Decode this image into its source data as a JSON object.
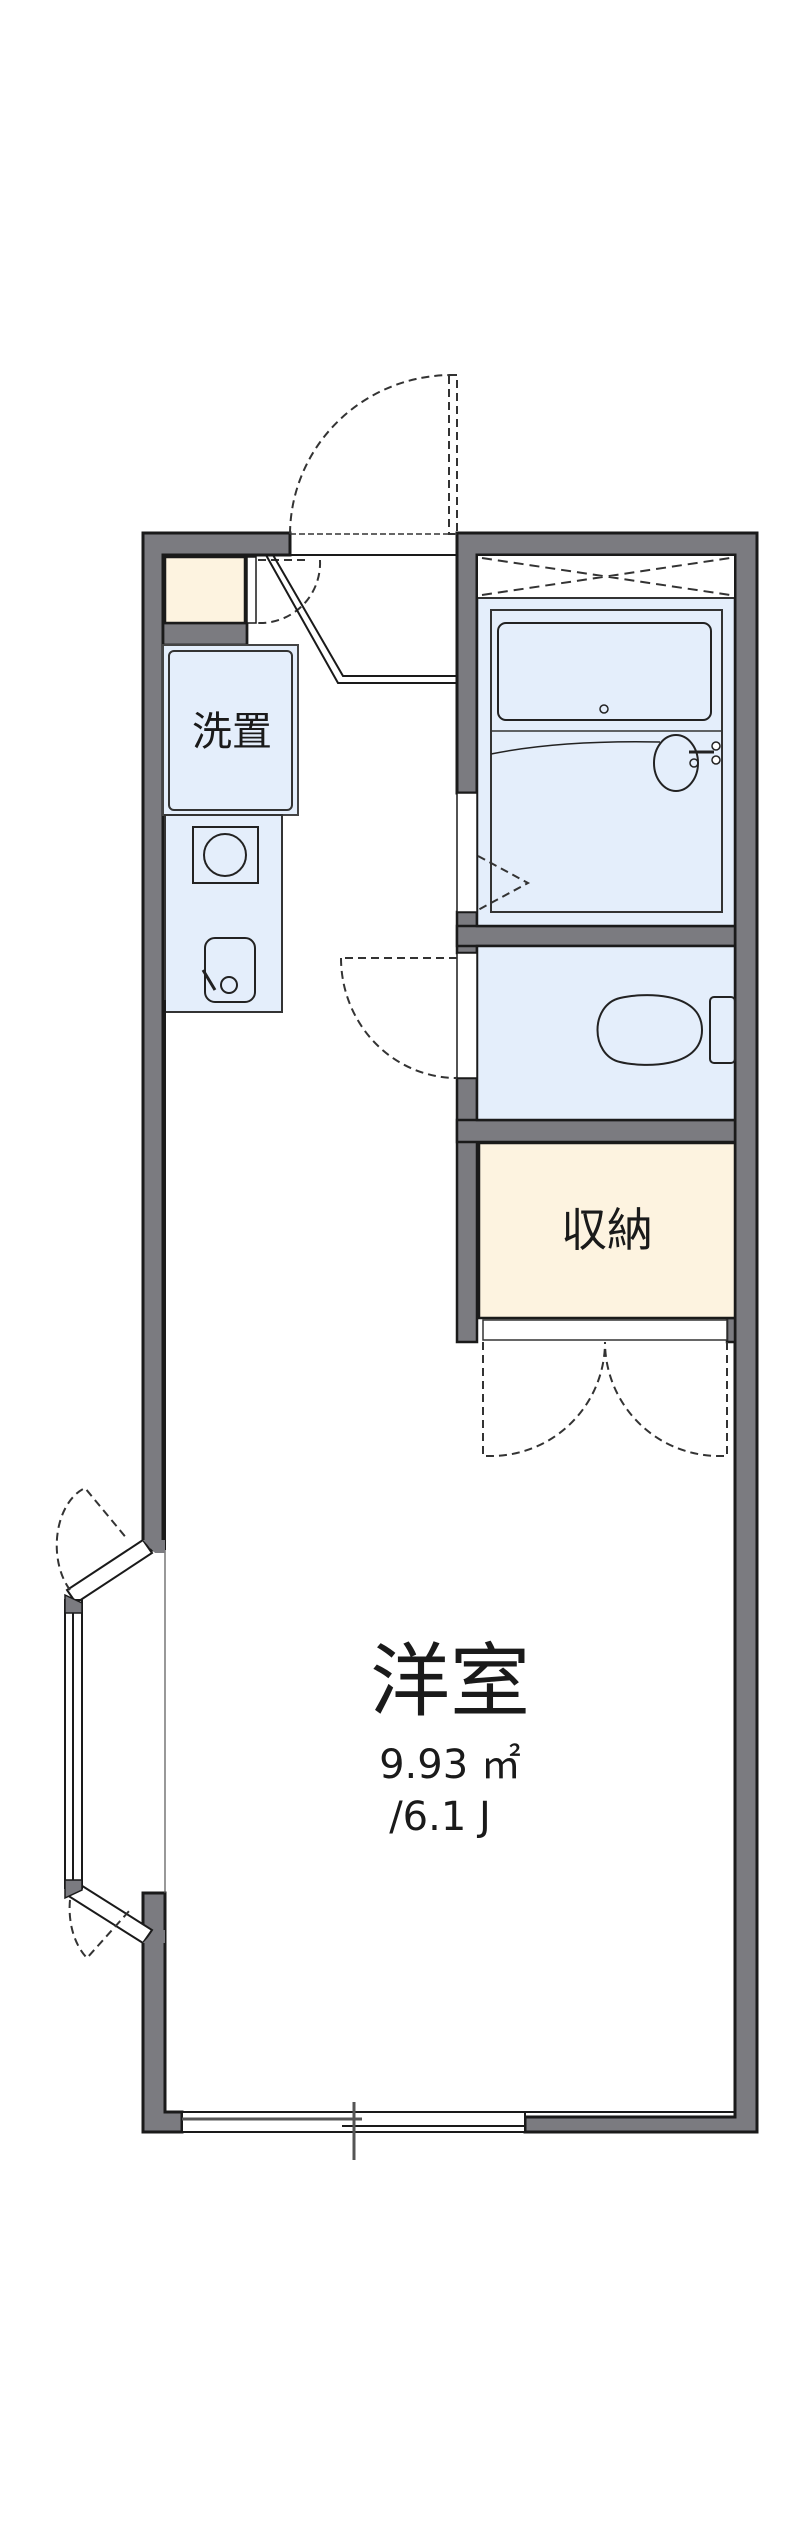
{
  "floorplan": {
    "colors": {
      "wall": "#7b7b80",
      "wet_area": "#e4eefb",
      "storage": "#fdf3e0",
      "line": "#1a1a1a",
      "background": "#ffffff"
    },
    "rooms": {
      "washer": {
        "label": "洗置"
      },
      "storage": {
        "label": "収納"
      },
      "western_room": {
        "label": "洋室",
        "area_sqm": "9.93 ㎡",
        "area_jo": "/6.1 J"
      }
    },
    "fixtures": [
      "entrance-door",
      "shoe-closet",
      "washer-space",
      "kitchen-stove",
      "kitchen-sink",
      "bathtub",
      "bath-sink",
      "toilet",
      "storage-double-door",
      "bay-window",
      "balcony-window"
    ]
  }
}
